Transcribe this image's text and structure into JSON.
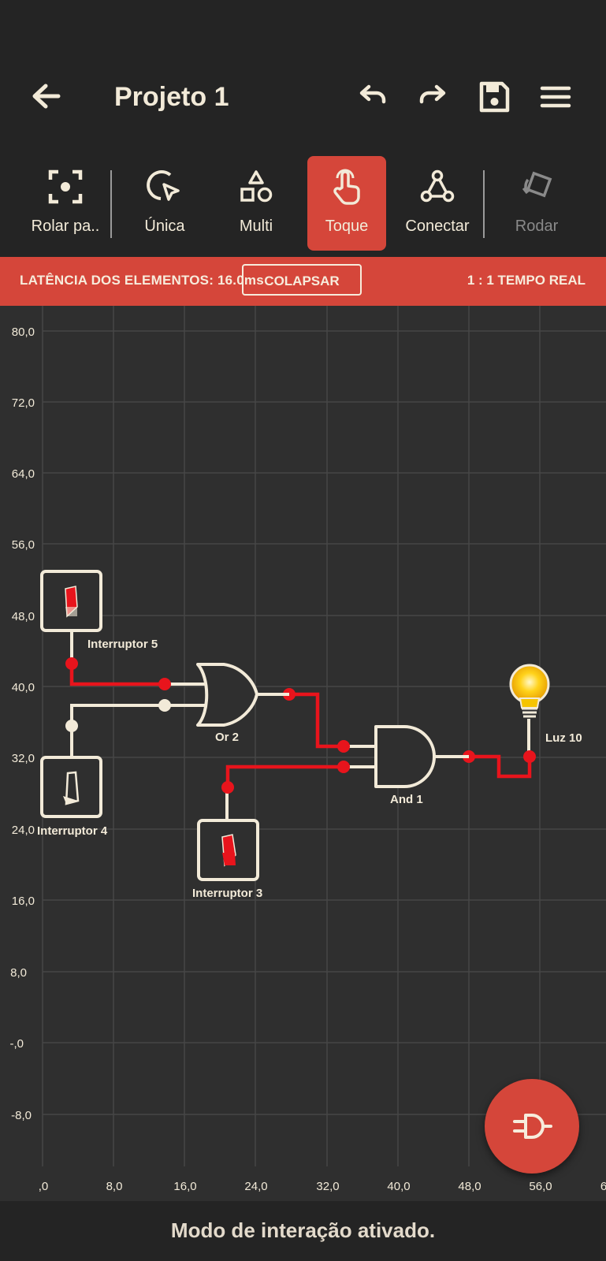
{
  "header": {
    "title": "Projeto 1",
    "icons": [
      "arrow-left-icon",
      "undo-icon",
      "redo-icon",
      "save-icon",
      "menu-icon"
    ]
  },
  "toolbar": {
    "items": [
      {
        "label": "Rolar pa..",
        "icon": "focus-frame-icon",
        "state": "normal"
      },
      {
        "label": "Única",
        "icon": "pointer-select-icon",
        "state": "normal"
      },
      {
        "label": "Multi",
        "icon": "shapes-icon",
        "state": "normal"
      },
      {
        "label": "Toque",
        "icon": "touch-hand-icon",
        "state": "active"
      },
      {
        "label": "Conectar",
        "icon": "connect-nodes-icon",
        "state": "normal"
      },
      {
        "label": "Rodar",
        "icon": "rotate-icon",
        "state": "disabled"
      }
    ]
  },
  "status": {
    "latency": "LATÊNCIA DOS ELEMENTOS: 16.0ms",
    "collapse_label": "COLAPSAR",
    "realtime": "1 : 1 TEMPO REAL"
  },
  "colors": {
    "accent": "#d5463a",
    "wire_active": "#e8141c",
    "wire_inactive": "#f2ead8",
    "grid_bg": "#2f2f2f",
    "grid_line": "#474747",
    "bulb": "#f5c400"
  },
  "grid": {
    "y_labels": [
      "80,0",
      "72,0",
      "64,0",
      "56,0",
      "48,0",
      "40,0",
      "32,0",
      "24,0",
      "16,0",
      "8,0",
      "-,0",
      "-8,0"
    ],
    "x_labels": [
      ",0",
      "8,0",
      "16,0",
      "24,0",
      "32,0",
      "40,0",
      "48,0",
      "56,0",
      "6"
    ]
  },
  "circuit": {
    "components": [
      {
        "label": "Interruptor 5",
        "type": "switch",
        "on": true
      },
      {
        "label": "Interruptor 4",
        "type": "switch",
        "on": false
      },
      {
        "label": "Interruptor 3",
        "type": "switch",
        "on": true
      },
      {
        "label": "Or 2",
        "type": "or-gate"
      },
      {
        "label": "And 1",
        "type": "and-gate"
      },
      {
        "label": "Luz 10",
        "type": "light",
        "on": true
      }
    ]
  },
  "footer": {
    "hint": "Modo de interação ativado.",
    "fab_icon": "plug-icon"
  }
}
